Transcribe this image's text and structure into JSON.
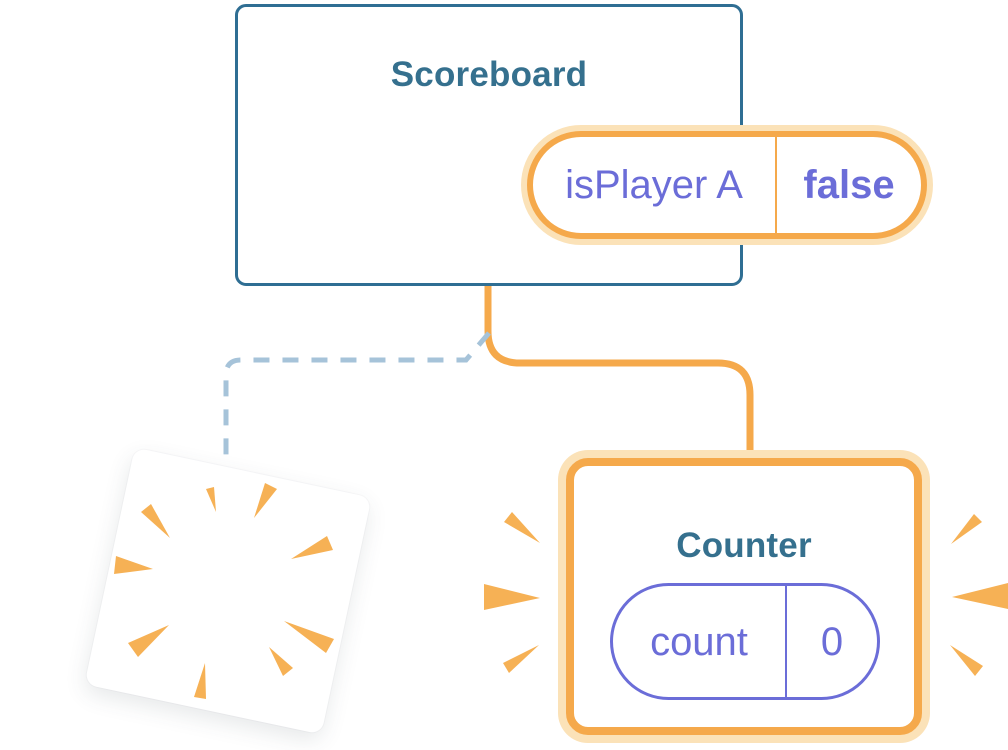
{
  "illustration_name": "component-state-preservation-diagram",
  "colors": {
    "background": "#ffffff",
    "card_border_teal": "#2F6E93",
    "title_teal": "#35708E",
    "state_orange": "#F5A94B",
    "state_orange_light": "#FBE2B8",
    "state_purple": "#6B6DD8",
    "dashed_connector_blue": "#A6C3D9",
    "burst_orange": "#F6B155"
  },
  "scoreboard": {
    "title": "Scoreboard",
    "state": {
      "name": "isPlayer A",
      "value": "false"
    }
  },
  "counter": {
    "title": "Counter",
    "state": {
      "name": "count",
      "value": "0"
    }
  },
  "icons": {
    "sparkles": "sparkles-icon",
    "poof_burst": "poof-burst-icon",
    "emphasis_rays": "emphasis-rays-icon"
  }
}
